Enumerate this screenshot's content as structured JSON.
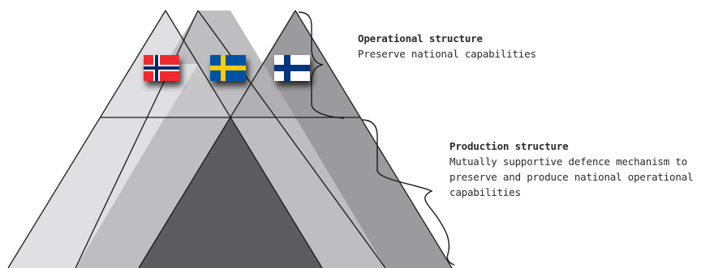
{
  "operational": {
    "title": "Operational structure",
    "description": "Preserve national capabilities"
  },
  "production": {
    "title": "Production structure",
    "description": "Mutually supportive defence mechanism to\npreserve and produce national operational\ncapabilities"
  },
  "flags": [
    {
      "country": "Norway",
      "icon": "norway-flag-icon"
    },
    {
      "country": "Sweden",
      "icon": "sweden-flag-icon"
    },
    {
      "country": "Finland",
      "icon": "finland-flag-icon"
    }
  ],
  "colors": {
    "light_grey": "#e0e0e2",
    "mid_grey": "#bebec0",
    "grey": "#9b9b9d",
    "dark_grey": "#5c5c5e",
    "line": "#1a1a1a",
    "norway_red": "#ef2b2d",
    "norway_blue": "#002868",
    "sweden_blue": "#0052a3",
    "sweden_yellow": "#fecc00",
    "finland_blue": "#003580"
  }
}
